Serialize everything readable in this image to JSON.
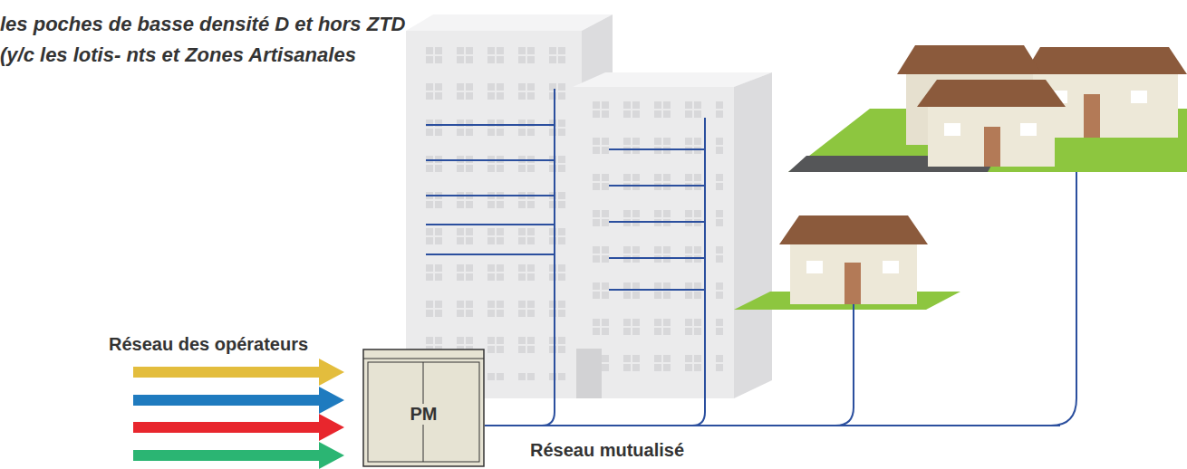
{
  "diagram": {
    "nodes": [
      {
        "text": [
          "PM"
        ]
      }
    ],
    "labels": [
      "les poches de basse densité D et hors ZTD (y/c les lotis- nts et Zones Artisanales",
      "Réseau des opérateurs",
      "Réseau mutualisé"
    ]
  }
}
